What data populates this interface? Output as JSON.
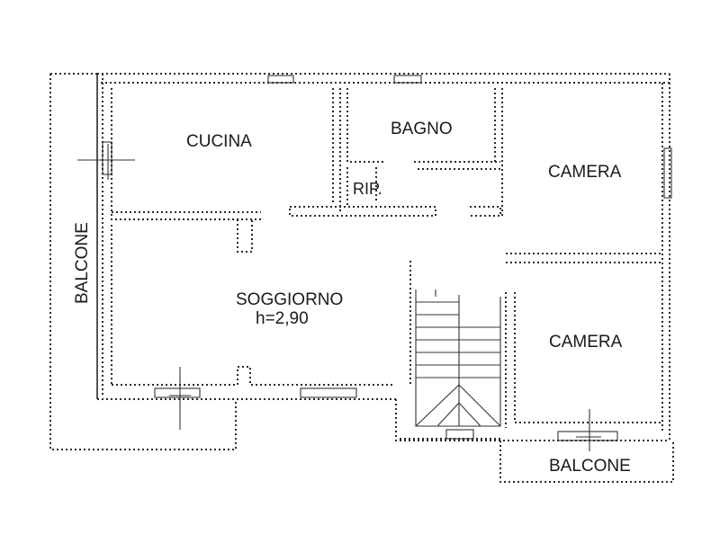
{
  "rooms": {
    "cucina": "CUCINA",
    "bagno": "BAGNO",
    "rip": "RIP.",
    "camera_top": "CAMERA",
    "camera_bottom": "CAMERA",
    "soggiorno": "SOGGIORNO",
    "soggiorno_height": "h=2,90",
    "balcone_left": "BALCONE",
    "balcone_bottom": "BALCONE"
  },
  "colors": {
    "ink": "#2a2a2a",
    "background": "#ffffff"
  }
}
